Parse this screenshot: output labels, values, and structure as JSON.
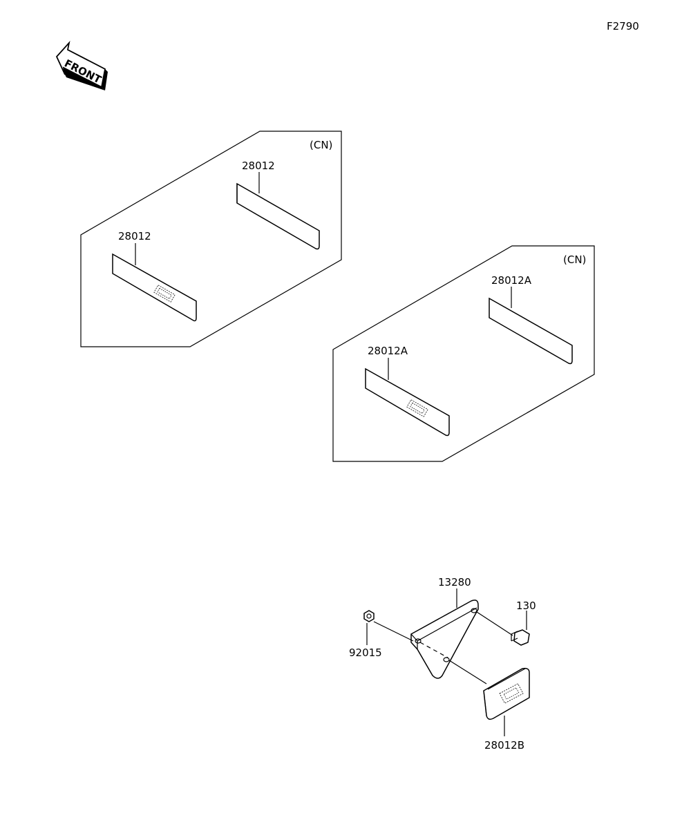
{
  "figure_code": "F2790",
  "front_arrow_text": "FRONT",
  "group1": {
    "region": "(CN)",
    "upper_label": "28012",
    "lower_label": "28012"
  },
  "group2": {
    "region": "(CN)",
    "upper_label": "28012A",
    "lower_label": "28012A"
  },
  "assembly": {
    "bracket_label": "13280",
    "bolt_label": "130",
    "nut_label": "92015",
    "reflector_label": "28012B"
  }
}
